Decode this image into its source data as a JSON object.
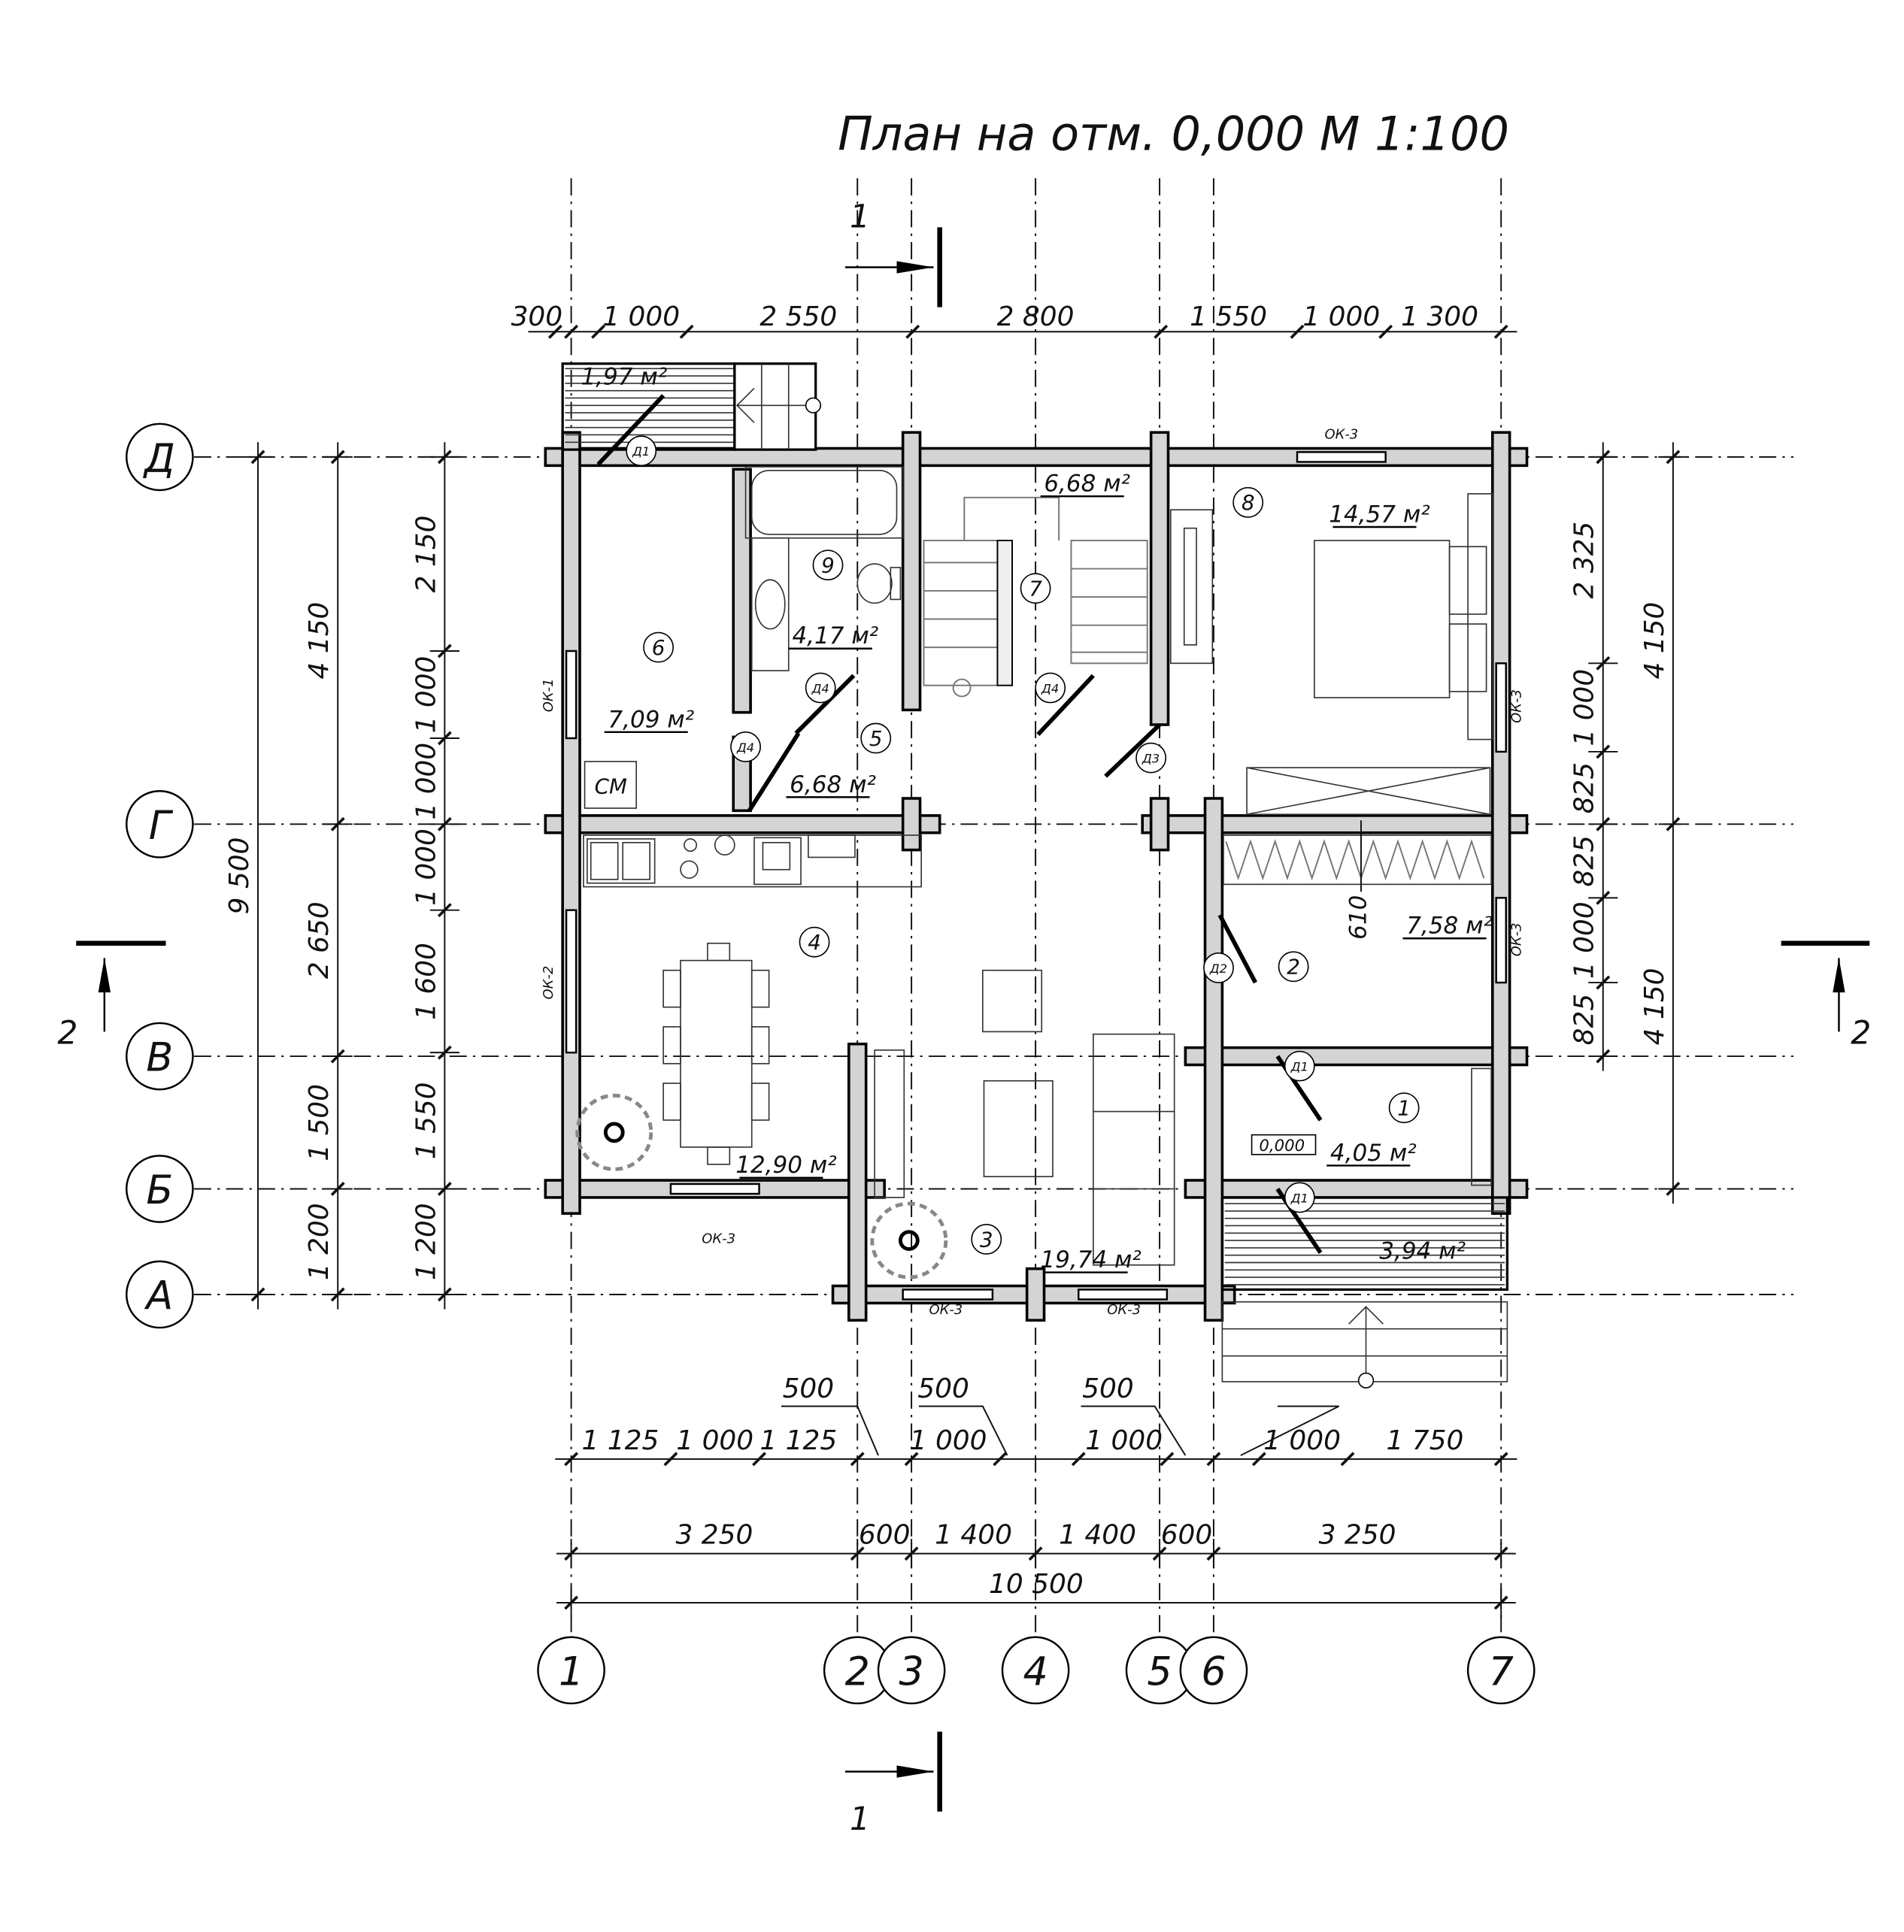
{
  "title": "План на отм. 0,000 М 1:100",
  "axes_vertical": [
    "1",
    "2",
    "3",
    "4",
    "5",
    "6",
    "7"
  ],
  "axes_horizontal": [
    "Д",
    "Г",
    "В",
    "Б",
    "А"
  ],
  "dims_top": [
    "300",
    "1 000",
    "2 550",
    "2 800",
    "1 550",
    "1 000",
    "1 300"
  ],
  "dims_bottom_1": [
    "1 125",
    "1 000",
    "1 125",
    "500",
    "1 000",
    "500",
    "1 000",
    "500",
    "1 000",
    "1 750"
  ],
  "dims_bottom_2": [
    "3 250",
    "600",
    "1 400",
    "1 400",
    "600",
    "3 250"
  ],
  "dims_bottom_total": "10 500",
  "dims_left_total": "9 500",
  "dims_left_1": [
    "4 150",
    "2 650",
    "1 500",
    "1 200"
  ],
  "dims_left_2": [
    "2 150",
    "1 000",
    "1 000",
    "1 000",
    "1 600",
    "1 550",
    "1 200"
  ],
  "dims_right_1": [
    "2 325",
    "1 000",
    "825",
    "825",
    "1 000",
    "825"
  ],
  "dims_right_2": [
    "4 150",
    "4 150"
  ],
  "rooms": [
    {
      "num": "1",
      "area": "4,05 м²"
    },
    {
      "num": "2",
      "area": "7,58 м²"
    },
    {
      "num": "3",
      "area": "19,74 м²"
    },
    {
      "num": "4",
      "area": "12,90 м²"
    },
    {
      "num": "5",
      "area": "6,68 м²"
    },
    {
      "num": "6",
      "area": "7,09 м²"
    },
    {
      "num": "7",
      "area": "6,68 м²"
    },
    {
      "num": "8",
      "area": "14,57 м²"
    },
    {
      "num": "9",
      "area": "4,17 м²"
    }
  ],
  "porch_areas": [
    "1,97 м²",
    "3,94 м²"
  ],
  "doors": [
    "Д1",
    "Д4",
    "Д4",
    "Д4",
    "Д3",
    "Д2",
    "Д1",
    "Д1"
  ],
  "windows": [
    "ОК-1",
    "ОК-2",
    "ОК-3",
    "ОК-3",
    "ОК-3",
    "ОК-3",
    "ОК-3",
    "ОК-3"
  ],
  "appliance_label": "СМ",
  "level_mark": "0,000",
  "wardrobe_depth": "610",
  "section_marks": {
    "s1": "1",
    "s2": "2"
  }
}
